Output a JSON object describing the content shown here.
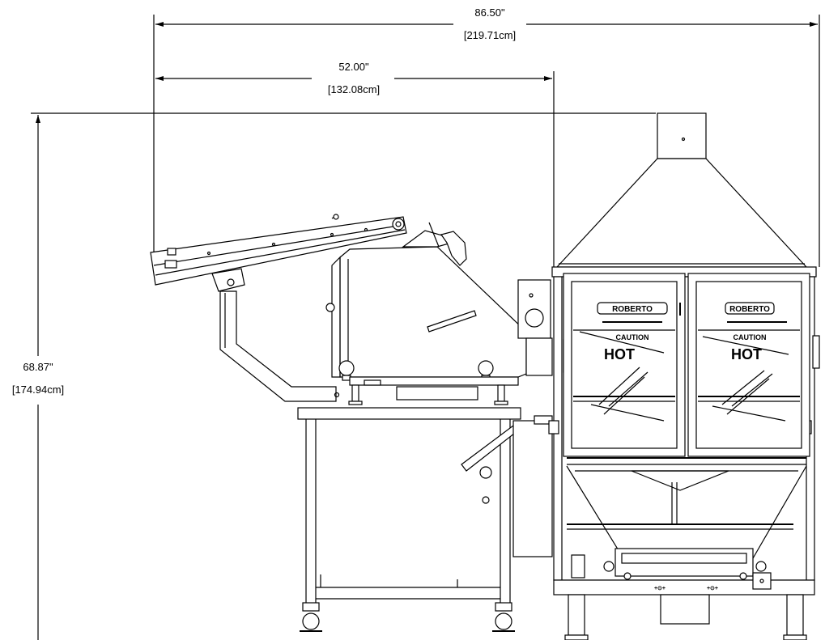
{
  "dimensions": {
    "overall_width": {
      "inches": "86.50\"",
      "cm": "[219.71cm]"
    },
    "conveyor_width": {
      "inches": "52.00\"",
      "cm": "[132.08cm]"
    },
    "overall_height": {
      "inches": "68.87\"",
      "cm": "[174.94cm]"
    }
  },
  "door_signs": {
    "left": {
      "brand": "ROBERTO",
      "caution": "CAUTION",
      "hot": "HOT"
    },
    "right": {
      "brand": "ROBERTO",
      "caution": "CAUTION",
      "hot": "HOT"
    }
  },
  "colors": {
    "line": "#000000",
    "background": "#ffffff"
  }
}
